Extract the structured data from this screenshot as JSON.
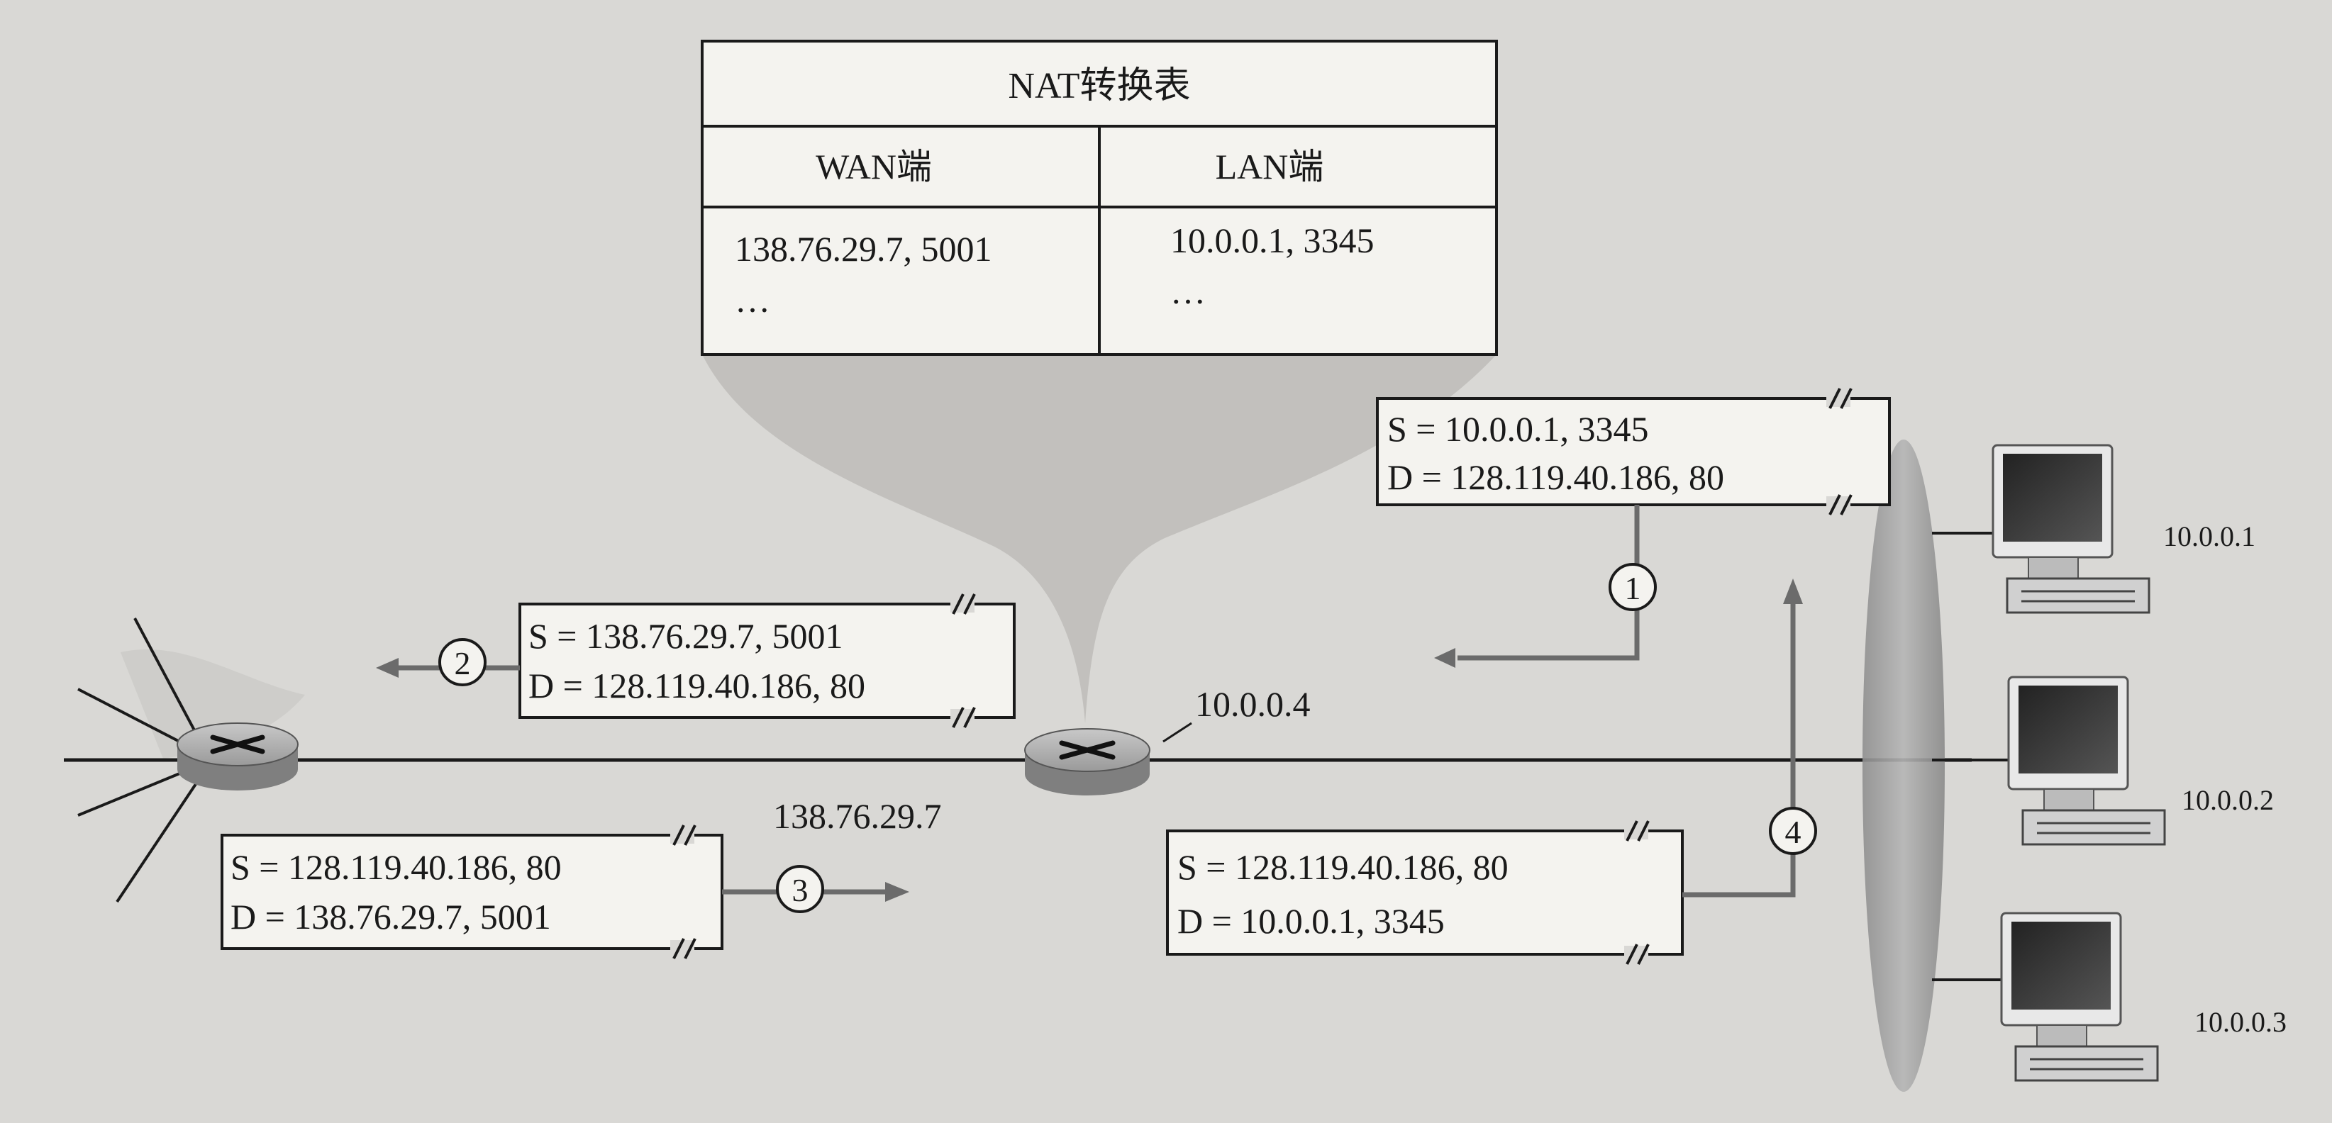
{
  "nat_table": {
    "title": "NAT转换表",
    "col_wan": "WAN端",
    "col_lan": "LAN端",
    "wan_entry": "138.76.29.7, 5001",
    "lan_entry": "10.0.0.1, 3345",
    "wan_more": "…",
    "lan_more": "…"
  },
  "packets": {
    "p1": {
      "step": "1",
      "src": "S = 10.0.0.1, 3345",
      "dst": "D = 128.119.40.186, 80"
    },
    "p2": {
      "step": "2",
      "src": "S = 138.76.29.7, 5001",
      "dst": "D = 128.119.40.186, 80"
    },
    "p3": {
      "step": "3",
      "src": "S = 128.119.40.186, 80",
      "dst": "D = 138.76.29.7, 5001"
    },
    "p4": {
      "step": "4",
      "src": "S = 128.119.40.186, 80",
      "dst": "D = 10.0.0.1, 3345"
    }
  },
  "router": {
    "lan_ip": "10.0.0.4",
    "wan_ip": "138.76.29.7"
  },
  "hosts": [
    "10.0.0.1",
    "10.0.0.2",
    "10.0.0.3"
  ],
  "colors": {
    "background": "#d9d8d5",
    "box_fill": "#f4f3ef",
    "ink": "#1a1a1a",
    "arrow": "#6b6b6b",
    "callout_shade": "#b9b8b5"
  }
}
